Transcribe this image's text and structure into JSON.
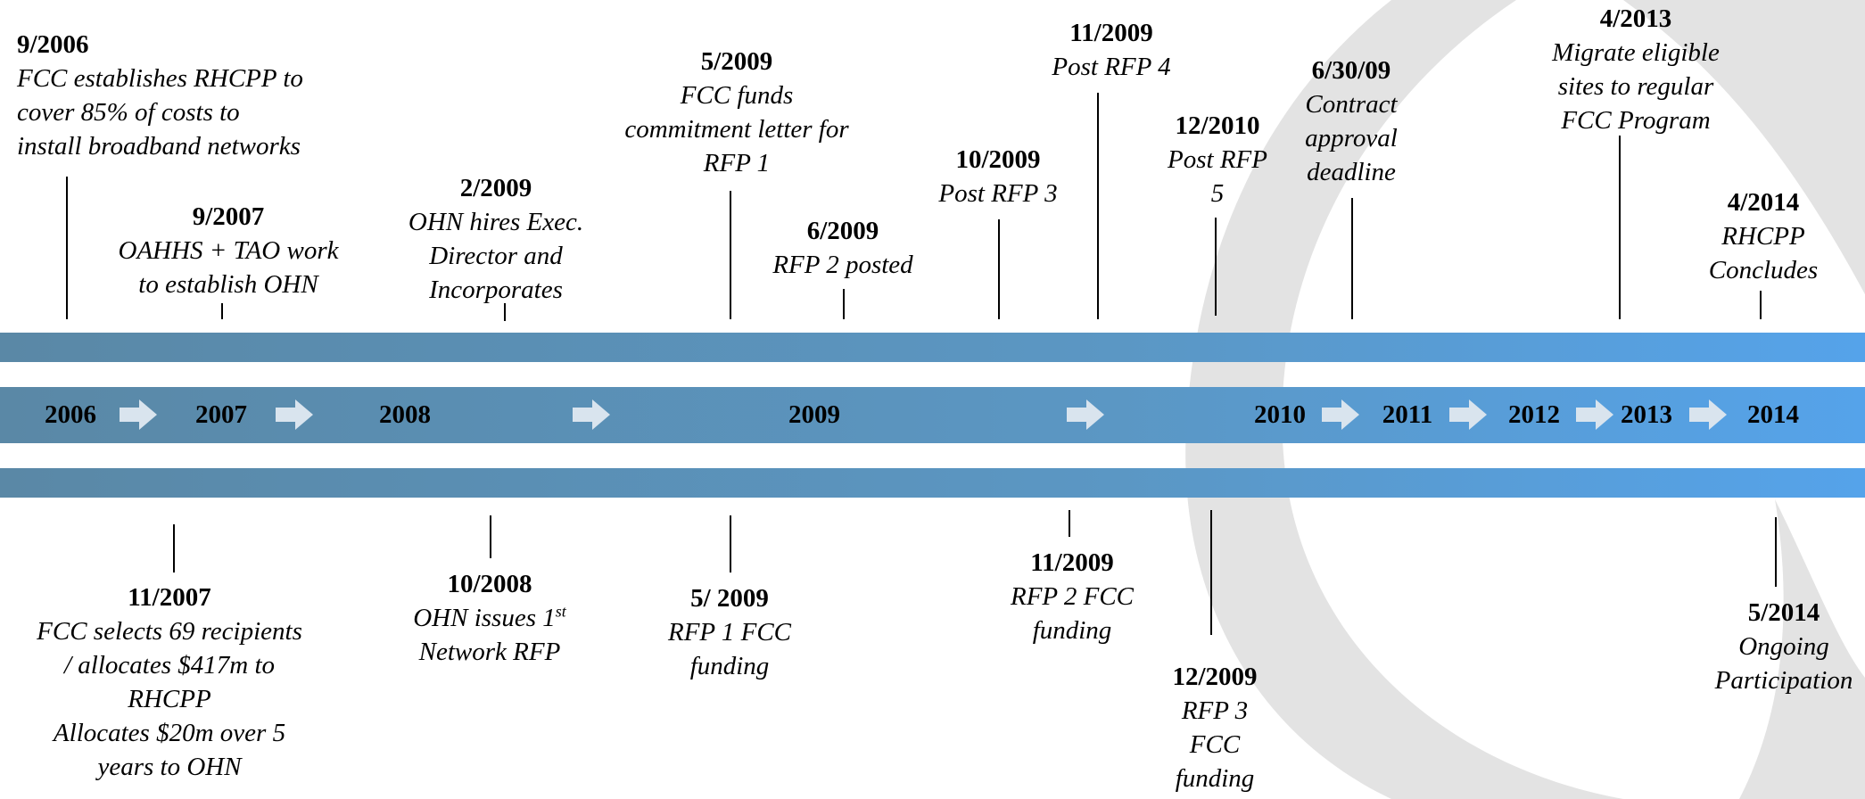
{
  "timeline": {
    "years": [
      "2006",
      "2007",
      "2008",
      "2009",
      "2010",
      "2011",
      "2012",
      "2013",
      "2014"
    ],
    "events_above": [
      {
        "date": "9/2006",
        "text": "FCC establishes RHCPP to\ncover 85% of costs to\ninstall broadband networks"
      },
      {
        "date": "9/2007",
        "text": "OAHHS + TAO work\nto establish OHN"
      },
      {
        "date": "2/2009",
        "text": "OHN hires Exec.\nDirector and\nIncorporates"
      },
      {
        "date": "5/2009",
        "text": "FCC funds\ncommitment letter for\nRFP 1"
      },
      {
        "date": "6/2009",
        "text": "RFP 2 posted"
      },
      {
        "date": "10/2009",
        "text": "Post RFP 3"
      },
      {
        "date": "11/2009",
        "text": "Post RFP 4"
      },
      {
        "date": "12/2010",
        "text": "Post RFP\n5"
      },
      {
        "date": "6/30/09",
        "text": "Contract\napproval\ndeadline"
      },
      {
        "date": "4/2013",
        "text": "Migrate eligible\nsites to regular\nFCC Program"
      },
      {
        "date": "4/2014",
        "text": "RHCPP\nConcludes"
      }
    ],
    "events_below": [
      {
        "date": "11/2007",
        "text": "FCC selects 69 recipients\n/ allocates $417m to\nRHCPP\nAllocates $20m over 5\nyears to OHN"
      },
      {
        "date": "10/2008",
        "text_before_sup": "OHN issues 1",
        "sup": "st",
        "text_after_sup": "Network RFP"
      },
      {
        "date": "5/ 2009",
        "text": "RFP 1 FCC\nfunding"
      },
      {
        "date": "11/2009",
        "text": "RFP 2 FCC\nfunding"
      },
      {
        "date": "12/2009",
        "text": "RFP 3\nFCC\nfunding"
      },
      {
        "date": "5/2014",
        "text": "Ongoing\nParticipation"
      }
    ]
  },
  "colors": {
    "band_start": "#5a88a6",
    "band_end": "#55a3ea",
    "arrow": "#d9e4ee",
    "swoosh": "#dcdcdc"
  }
}
